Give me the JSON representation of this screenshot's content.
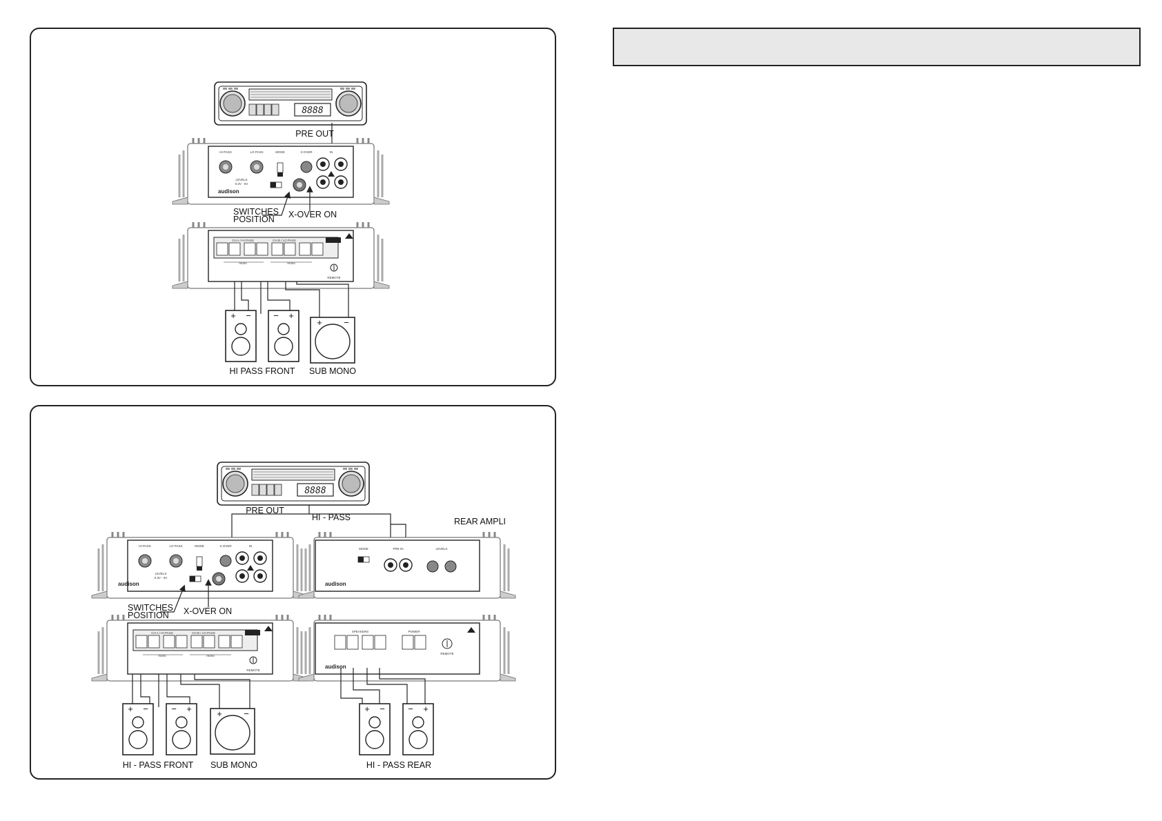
{
  "header": {
    "title": ""
  },
  "diagram1": {
    "radio_display": "8888",
    "pre_out_label": "PRE OUT",
    "switches_label_line1": "SWITCHES",
    "switches_label_line2": "POSITION",
    "xover_label": "X-OVER ON",
    "amp_brand": "audison",
    "amp_remote": "REMOTE",
    "group_label_1": "HI PASS FRONT",
    "group_label_2": "SUB MONO"
  },
  "diagram2": {
    "radio_display": "8888",
    "pre_out_label": "PRE OUT",
    "hi_pass_label": "HI - PASS",
    "rear_amp_label": "REAR AMPLI",
    "switches_label_line1": "SWITCHES",
    "switches_label_line2": "POSITION",
    "xover_label": "X-OVER ON",
    "amp_brand": "audison",
    "amp_remote": "REMOTE",
    "rear_amp_brand": "audison",
    "rear_amp_remote": "REMOTE",
    "group_label_1": "HI - PASS FRONT",
    "group_label_2": "SUB MONO",
    "group_label_3": "HI - PASS REAR"
  },
  "speaker_signs": {
    "plus": "+",
    "minus": "−"
  },
  "colors": {
    "panel_border": "#222222",
    "title_box_fill": "#e8e8e8",
    "fin_gray": "#bbbbbb"
  },
  "icons": [
    "head-unit-icon",
    "amplifier-icon",
    "speaker-icon",
    "subwoofer-icon",
    "arrow-up-icon"
  ]
}
